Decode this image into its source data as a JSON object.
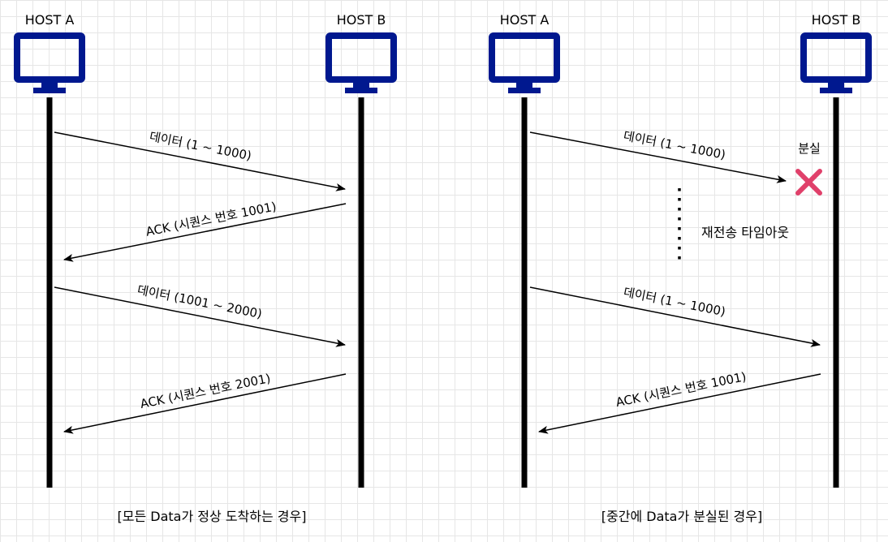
{
  "colors": {
    "monitor": "#00188f",
    "lifeline": "#000000",
    "lost_mark": "#e0406a"
  },
  "icons": [
    "monitor-icon",
    "cross-icon"
  ],
  "left": {
    "host_a": "HOST A",
    "host_b": "HOST B",
    "messages": [
      {
        "label": "데이터 (1 ~ 1000)",
        "from": "A",
        "to": "B"
      },
      {
        "label": "ACK (시퀀스 번호 1001)",
        "from": "B",
        "to": "A"
      },
      {
        "label": "데이터 (1001 ~ 2000)",
        "from": "A",
        "to": "B"
      },
      {
        "label": "ACK (시퀀스 번호 2001)",
        "from": "B",
        "to": "A"
      }
    ],
    "caption": "[모든 Data가 정상 도착하는 경우]"
  },
  "right": {
    "host_a": "HOST A",
    "host_b": "HOST B",
    "messages": [
      {
        "label": "데이터 (1 ~ 1000)",
        "from": "A",
        "to": "lost"
      },
      {
        "label": "데이터 (1 ~ 1000)",
        "from": "A",
        "to": "B"
      },
      {
        "label": "ACK (시퀀스 번호 1001)",
        "from": "B",
        "to": "A"
      }
    ],
    "lost_label": "분실",
    "timeout_label": "재전송 타임아웃",
    "caption": "[중간에 Data가 분실된 경우]"
  }
}
